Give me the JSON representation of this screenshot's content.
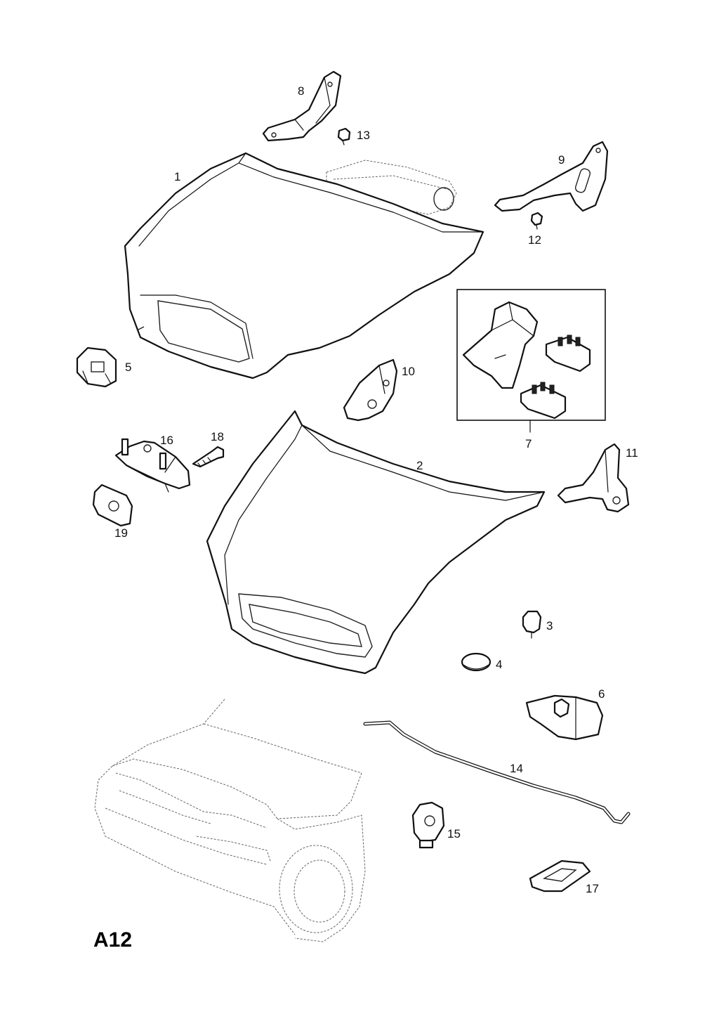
{
  "sheet_code": "A12",
  "callouts": {
    "c1": "1",
    "c2": "2",
    "c3": "3",
    "c4": "4",
    "c5": "5",
    "c6": "6",
    "c7": "7",
    "c8": "8",
    "c9": "9",
    "c10": "10",
    "c11": "11",
    "c12": "12",
    "c13": "13",
    "c14": "14",
    "c15": "15",
    "c16": "16",
    "c17": "17",
    "c18": "18",
    "c19": "19"
  },
  "colors": {
    "line": "#111111",
    "background": "#ffffff"
  }
}
